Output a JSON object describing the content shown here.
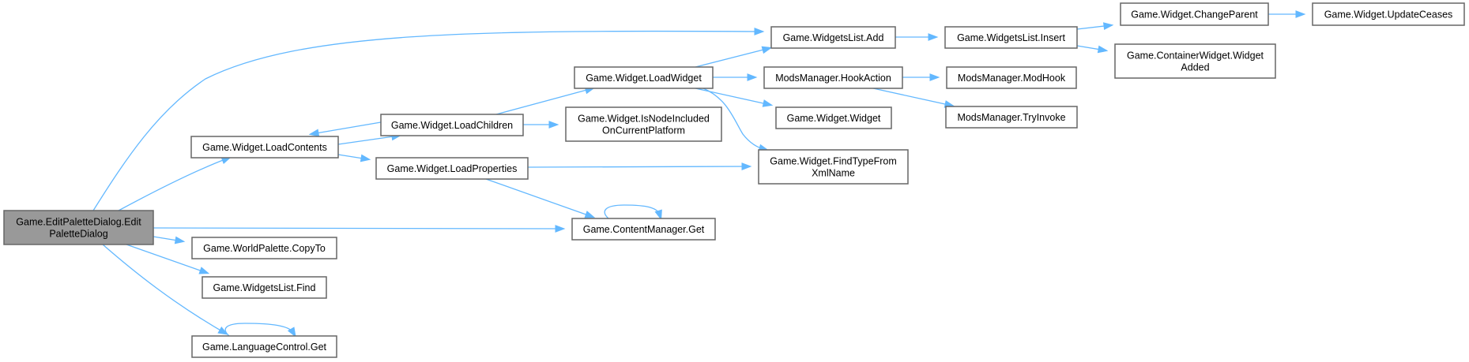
{
  "diagram": {
    "type": "call-graph",
    "edge_color": "#63b8ff",
    "node_border_color": "#666666",
    "root_fill_color": "#999999",
    "nodes": [
      {
        "id": "root",
        "lines": [
          "Game.EditPaletteDialog.Edit",
          "PaletteDialog"
        ],
        "root": true
      },
      {
        "id": "loadContents",
        "lines": [
          "Game.Widget.LoadContents"
        ]
      },
      {
        "id": "loadChildren",
        "lines": [
          "Game.Widget.LoadChildren"
        ]
      },
      {
        "id": "loadProperties",
        "lines": [
          "Game.Widget.LoadProperties"
        ]
      },
      {
        "id": "loadWidget",
        "lines": [
          "Game.Widget.LoadWidget"
        ]
      },
      {
        "id": "isNodeIncluded",
        "lines": [
          "Game.Widget.IsNodeIncluded",
          "OnCurrentPlatform"
        ]
      },
      {
        "id": "contentGet",
        "lines": [
          "Game.ContentManager.Get"
        ]
      },
      {
        "id": "wlAdd",
        "lines": [
          "Game.WidgetsList.Add"
        ]
      },
      {
        "id": "hookAction",
        "lines": [
          "ModsManager.HookAction"
        ]
      },
      {
        "id": "widgetCtor",
        "lines": [
          "Game.Widget.Widget"
        ]
      },
      {
        "id": "findType",
        "lines": [
          "Game.Widget.FindTypeFrom",
          "XmlName"
        ]
      },
      {
        "id": "wlInsert",
        "lines": [
          "Game.WidgetsList.Insert"
        ]
      },
      {
        "id": "modHook",
        "lines": [
          "ModsManager.ModHook"
        ]
      },
      {
        "id": "tryInvoke",
        "lines": [
          "ModsManager.TryInvoke"
        ]
      },
      {
        "id": "changeParent",
        "lines": [
          "Game.Widget.ChangeParent"
        ]
      },
      {
        "id": "widgetAdded",
        "lines": [
          "Game.ContainerWidget.Widget",
          "Added"
        ]
      },
      {
        "id": "updateCeases",
        "lines": [
          "Game.Widget.UpdateCeases"
        ]
      },
      {
        "id": "copyTo",
        "lines": [
          "Game.WorldPalette.CopyTo"
        ]
      },
      {
        "id": "wlFind",
        "lines": [
          "Game.WidgetsList.Find"
        ]
      },
      {
        "id": "langGet",
        "lines": [
          "Game.LanguageControl.Get"
        ]
      }
    ],
    "edges": [
      {
        "from": "root",
        "to": "wlAdd"
      },
      {
        "from": "root",
        "to": "loadContents"
      },
      {
        "from": "root",
        "to": "contentGet"
      },
      {
        "from": "root",
        "to": "copyTo"
      },
      {
        "from": "root",
        "to": "wlFind"
      },
      {
        "from": "root",
        "to": "langGet"
      },
      {
        "from": "loadContents",
        "to": "loadChildren"
      },
      {
        "from": "loadContents",
        "to": "loadProperties"
      },
      {
        "from": "loadChildren",
        "to": "loadContents"
      },
      {
        "from": "loadChildren",
        "to": "loadWidget"
      },
      {
        "from": "loadChildren",
        "to": "isNodeIncluded"
      },
      {
        "from": "loadProperties",
        "to": "findType"
      },
      {
        "from": "loadProperties",
        "to": "contentGet"
      },
      {
        "from": "loadWidget",
        "to": "wlAdd"
      },
      {
        "from": "loadWidget",
        "to": "hookAction"
      },
      {
        "from": "loadWidget",
        "to": "widgetCtor"
      },
      {
        "from": "loadWidget",
        "to": "findType"
      },
      {
        "from": "contentGet",
        "to": "contentGet"
      },
      {
        "from": "langGet",
        "to": "langGet"
      },
      {
        "from": "wlAdd",
        "to": "wlInsert"
      },
      {
        "from": "hookAction",
        "to": "modHook"
      },
      {
        "from": "hookAction",
        "to": "tryInvoke"
      },
      {
        "from": "wlInsert",
        "to": "changeParent"
      },
      {
        "from": "wlInsert",
        "to": "widgetAdded"
      },
      {
        "from": "changeParent",
        "to": "updateCeases"
      }
    ]
  }
}
